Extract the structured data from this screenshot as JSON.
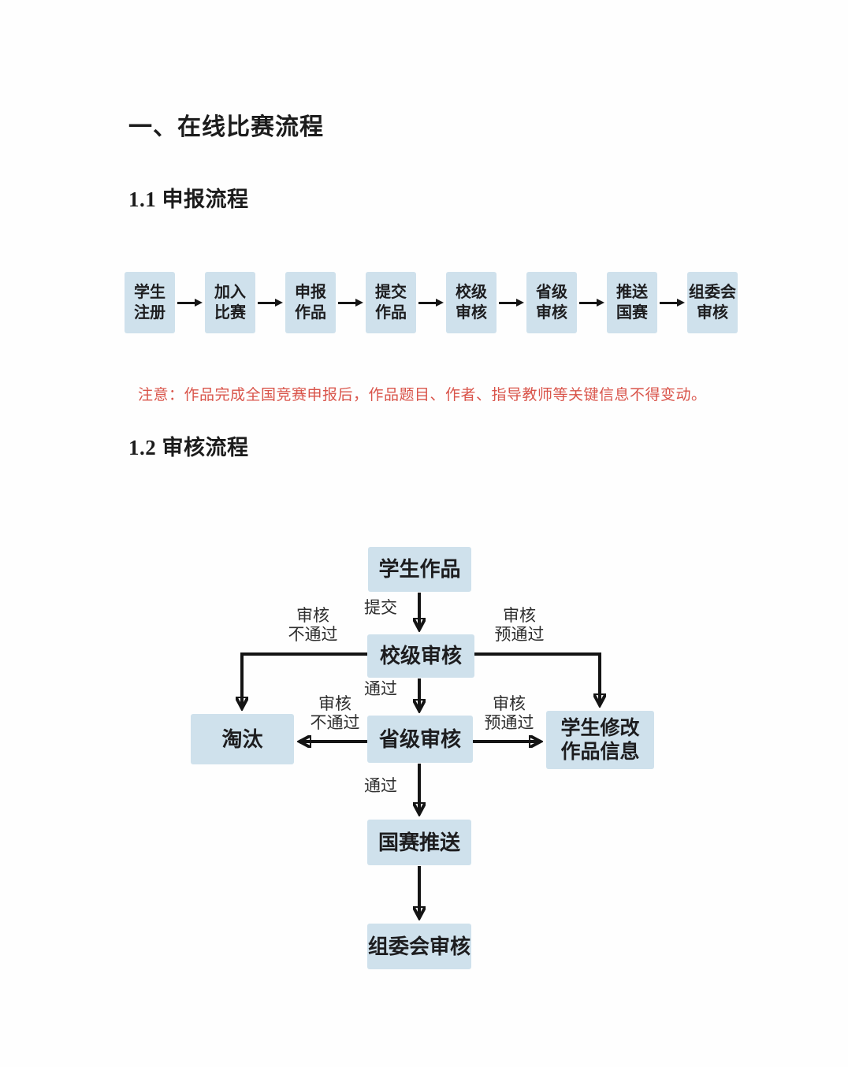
{
  "document": {
    "section_title": "一、在线比赛流程",
    "subsection_1_title": "1.1 申报流程",
    "subsection_2_title": "1.2 审核流程",
    "note": "注意：作品完成全国竞赛申报后，作品题目、作者、指导教师等关键信息不得变动。"
  },
  "colors": {
    "box_fill": "#cfe1ec",
    "box_text": "#1d1d1f",
    "arrow": "#141414",
    "note_red": "#d9544a",
    "background": "#fefefe"
  },
  "application_flow": {
    "steps": [
      "学生\n注册",
      "加入\n比赛",
      "申报\n作品",
      "提交\n作品",
      "校级\n审核",
      "省级\n审核",
      "推送\n国赛",
      "组委会\n审核"
    ]
  },
  "review_flow": {
    "nodes": {
      "student_work": "学生作品",
      "school_review": "校级审核",
      "provincial_review": "省级审核",
      "eliminated": "淘汰",
      "student_modify": "学生修改\n作品信息",
      "national_push": "国赛推送",
      "committee_review": "组委会审核"
    },
    "edges": {
      "submit": "提交",
      "school_pass": "通过",
      "school_fail": "审核\n不通过",
      "school_prepass": "审核\n预通过",
      "provincial_fail": "审核\n不通过",
      "provincial_prepass": "审核\n预通过",
      "provincial_pass": "通过"
    }
  }
}
